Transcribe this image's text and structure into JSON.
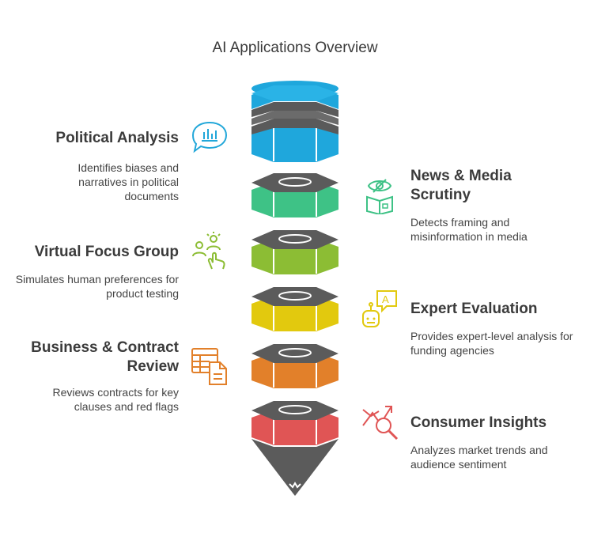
{
  "title": "AI Applications Overview",
  "items": [
    {
      "title": "Political Analysis",
      "desc": "Identifies biases and narratives in political documents",
      "icon": "chart-speech-bubble-icon",
      "color": "#22a7d9"
    },
    {
      "title": "News & Media Scrutiny",
      "desc": "Detects framing and misinformation in media",
      "icon": "eye-book-icon",
      "color": "#3ec286"
    },
    {
      "title": "Virtual Focus Group",
      "desc": "Simulates human preferences for product testing",
      "icon": "people-pointer-icon",
      "color": "#8cbd34"
    },
    {
      "title": "Expert Evaluation",
      "desc": "Provides expert-level analysis for funding agencies",
      "icon": "robot-chat-icon",
      "color": "#e2c90e"
    },
    {
      "title": "Business & Contract Review",
      "desc": "Reviews contracts for key clauses and red flags",
      "icon": "spreadsheet-document-icon",
      "color": "#e2802a"
    },
    {
      "title": "Consumer Insights",
      "desc": "Analyzes market trends and audience sentiment",
      "icon": "trend-magnifier-icon",
      "color": "#e05555"
    }
  ]
}
